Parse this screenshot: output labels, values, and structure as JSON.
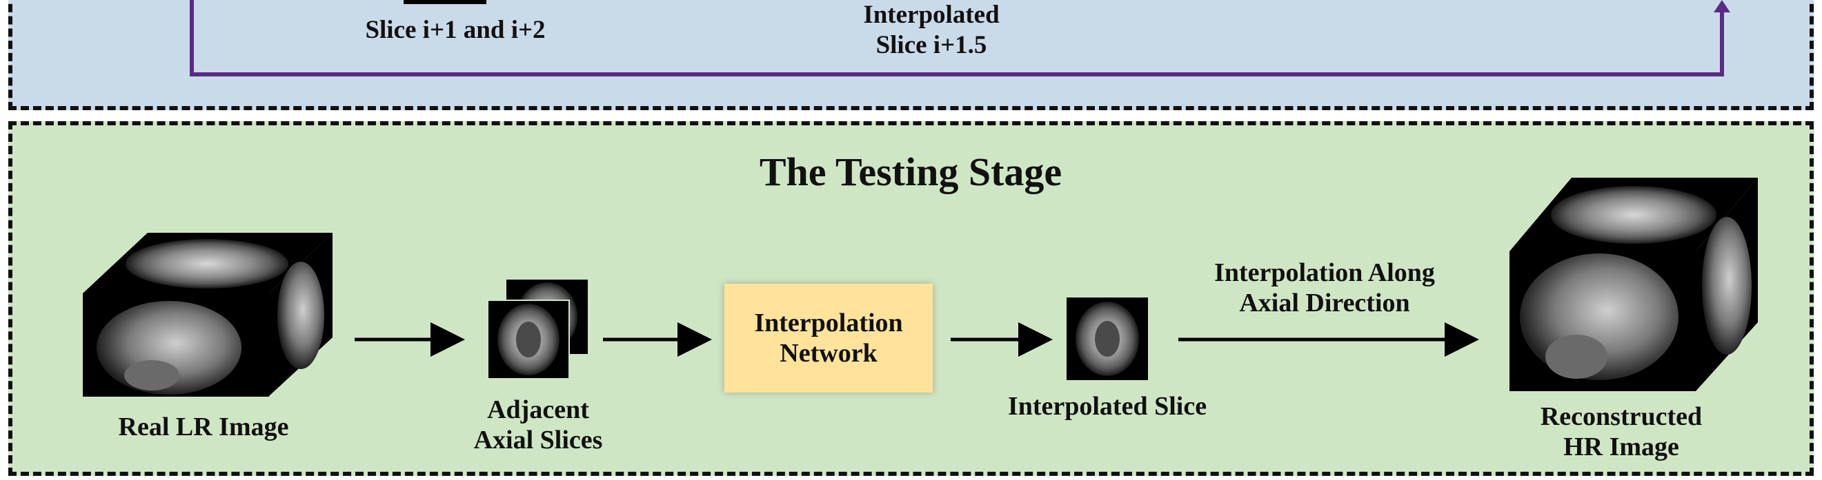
{
  "top_stage": {
    "slice_pair_label": "Slice i+1 and i+2",
    "interpolated_label": "Interpolated\nSlice i+1.5"
  },
  "testing_stage": {
    "title": "The Testing Stage",
    "real_lr_label": "Real LR Image",
    "adjacent_label": "Adjacent\nAxial Slices",
    "network_label": "Interpolation\nNetwork",
    "interp_slice_label": "Interpolated Slice",
    "direction_label": "Interpolation Along\nAxial Direction",
    "reconstructed_label": "Reconstructed\nHR Image"
  },
  "colors": {
    "top_background": "#c9dbe9",
    "bottom_background": "#cfe6c4",
    "network_box": "#ffe39b",
    "feedback_arrow": "#5b2a86"
  }
}
